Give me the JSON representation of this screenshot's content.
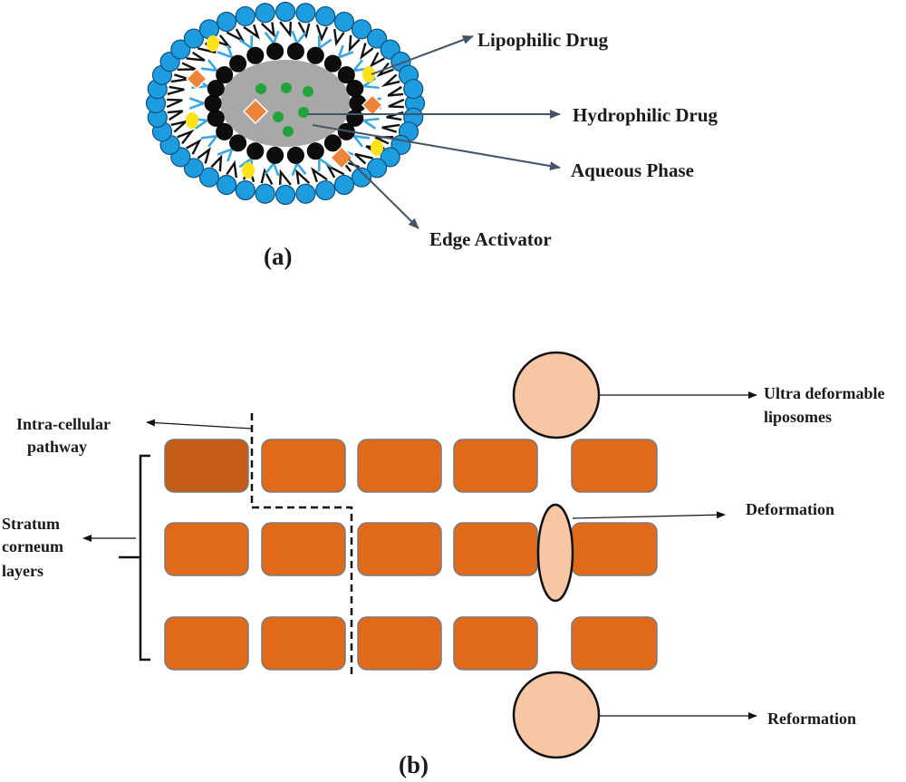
{
  "panel_a": {
    "panel_label": "(a)",
    "labels": {
      "lipophilic_drug": "Lipophilic Drug",
      "hydrophilic_drug": "Hydrophilic Drug",
      "aqueous_phase": "Aqueous Phase",
      "edge_activator": "Edge Activator"
    },
    "colors": {
      "outer_head": "#1e9ce0",
      "inner_head": "#0d0d0d",
      "inner_tail": "#3aa8e0",
      "core": "#a8a8a8",
      "hydrophilic_drug": "#23a33c",
      "lipophilic_drug": "#ffe31a",
      "edge_activator": "#ee8438"
    }
  },
  "panel_b": {
    "panel_label": "(b)",
    "labels": {
      "intra_cellular_line1": "Intra-cellular",
      "intra_cellular_line2": "pathway",
      "stratum_line1": "Stratum",
      "stratum_line2": "corneum",
      "stratum_line3": "layers",
      "ultra_line1": "Ultra deformable",
      "ultra_line2": "liposomes",
      "deformation": "Deformation",
      "reformation": "Reformation"
    },
    "colors": {
      "brick": "#e06a1a",
      "brick_dark": "#c45c16",
      "liposome": "#f7c6a4"
    }
  }
}
